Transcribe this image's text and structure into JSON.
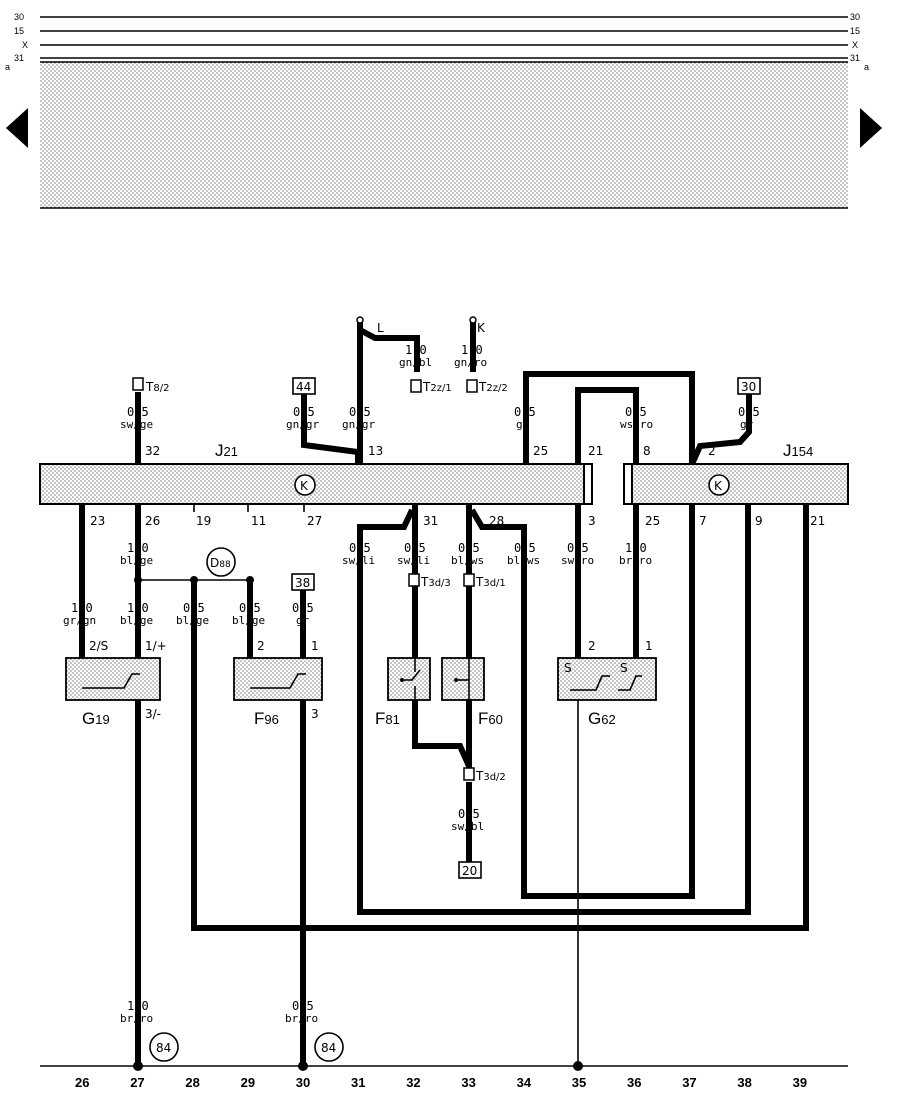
{
  "bus_lines": {
    "l30": "30",
    "l15": "15",
    "lx": "X",
    "l31": "31",
    "a": "a",
    "r30": "30",
    "r15": "15",
    "rx": "X",
    "r31": "31",
    "ra": "a"
  },
  "modules": {
    "j21": {
      "name": "J",
      "sub": "21",
      "k": "K"
    },
    "j154": {
      "name": "J",
      "sub": "154",
      "k": "K"
    }
  },
  "j21_top_pins": {
    "p32": "32",
    "p13": "13",
    "p25": "25",
    "p21": "21"
  },
  "j154_top_pins": {
    "p8": "8",
    "p2": "2"
  },
  "j21_bottom_pins": {
    "p23": "23",
    "p26": "26",
    "p19": "19",
    "p11": "11",
    "p27": "27",
    "p31": "31",
    "p28": "28",
    "p3": "3"
  },
  "j154_bottom_pins": {
    "p25": "25",
    "p7": "7",
    "p9": "9",
    "p21": "21"
  },
  "wires": {
    "w32": {
      "size": "0,5",
      "color": "sw/ge"
    },
    "w44": {
      "size": "0,5",
      "color": "gn/gr"
    },
    "w13": {
      "size": "0,5",
      "color": "gn/gr"
    },
    "wL": {
      "size": "1,0",
      "color": "gn/bl"
    },
    "wK": {
      "size": "1,0",
      "color": "gn/ro"
    },
    "w25": {
      "size": "0,5",
      "color": "gr"
    },
    "w8": {
      "size": "0,5",
      "color": "ws/ro"
    },
    "w2": {
      "size": "0,5",
      "color": "gr"
    },
    "wA": {
      "size": "0,5",
      "color": "sw/li"
    },
    "wB": {
      "size": "0,5",
      "color": "sw/li"
    },
    "wC": {
      "size": "0,5",
      "color": "bl/ws"
    },
    "wD": {
      "size": "0,5",
      "color": "bl/ws"
    },
    "wE": {
      "size": "0,5",
      "color": "sw/ro"
    },
    "wF": {
      "size": "1,0",
      "color": "br/ro"
    },
    "wG19a": {
      "size": "1,0",
      "color": "gr/gn"
    },
    "wG19b": {
      "size": "1,0",
      "color": "bl/ge"
    },
    "wG": {
      "size": "0,5",
      "color": "bl/ge"
    },
    "wH": {
      "size": "0,5",
      "color": "bl/ge"
    },
    "w38": {
      "size": "0,5",
      "color": "gr"
    },
    "wT32": {
      "size": "0,5",
      "color": "sw/bl"
    },
    "wM27": {
      "size": "1,0",
      "color": "br/ro"
    },
    "wM30": {
      "size": "0,5",
      "color": "br/ro"
    }
  },
  "connectors": {
    "t8": "T",
    "t8s": "8/2",
    "t2z1": "T",
    "t2z1s": "2z/1",
    "t2z2": "T",
    "t2z2s": "2z/2",
    "t3d3": "T",
    "t3d3s": "3d/3",
    "t3d1": "T",
    "t3d1s": "3d/1",
    "t3d2": "T",
    "t3d2s": "3d/2"
  },
  "boxes": {
    "b44": "44",
    "b30": "30",
    "b38": "38",
    "b20": "20"
  },
  "terminals": {
    "L": "L",
    "K": "K"
  },
  "components": {
    "g19": {
      "name": "G",
      "sub": "19",
      "pin_a": "2/S",
      "pin_b": "1/+",
      "pin_c": "3/-"
    },
    "f96": {
      "name": "F",
      "sub": "96",
      "pin_a": "2",
      "pin_b": "1",
      "pin_c": "3"
    },
    "f81": {
      "name": "F",
      "sub": "81"
    },
    "f60": {
      "name": "F",
      "sub": "60"
    },
    "g62": {
      "name": "G",
      "sub": "62",
      "pin_a": "2",
      "pin_b": "1",
      "s1": "S",
      "s2": "S"
    }
  },
  "splice": {
    "name": "D",
    "sub": "88"
  },
  "ground_refs": {
    "g27": "84",
    "g30": "84"
  },
  "grid_numbers": [
    "26",
    "27",
    "28",
    "29",
    "30",
    "31",
    "32",
    "33",
    "34",
    "35",
    "36",
    "37",
    "38",
    "39"
  ]
}
